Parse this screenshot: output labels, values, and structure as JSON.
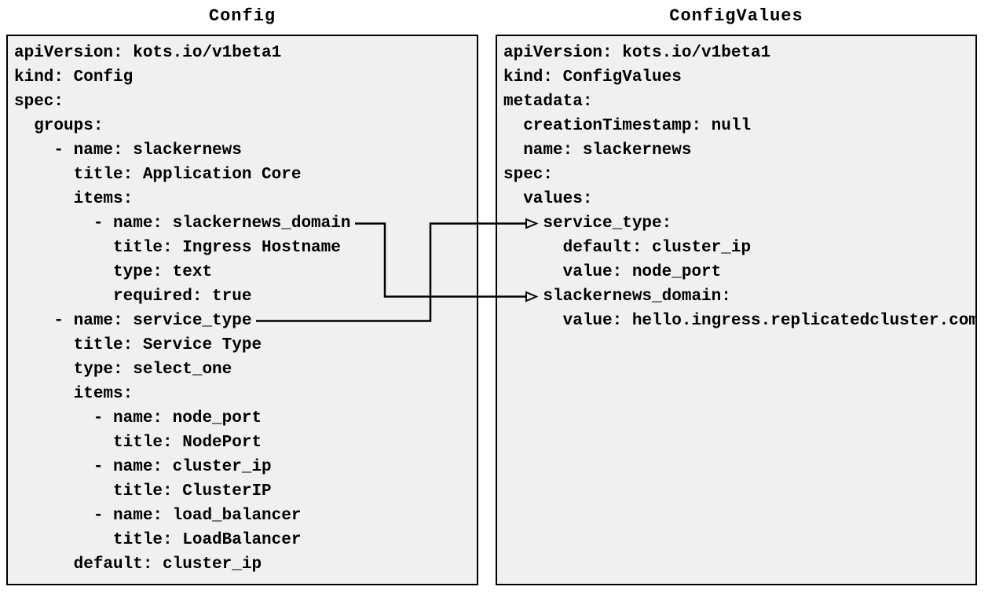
{
  "left_panel": {
    "title": "Config",
    "lines": [
      "apiVersion: kots.io/v1beta1",
      "kind: Config",
      "spec:",
      "  groups:",
      "    - name: slackernews",
      "      title: Application Core",
      "      items:",
      "        - name: slackernews_domain",
      "          title: Ingress Hostname",
      "          type: text",
      "          required: true",
      "    - name: service_type",
      "      title: Service Type",
      "      type: select_one",
      "      items:",
      "        - name: node_port",
      "          title: NodePort",
      "        - name: cluster_ip",
      "          title: ClusterIP",
      "        - name: load_balancer",
      "          title: LoadBalancer",
      "      default: cluster_ip"
    ]
  },
  "right_panel": {
    "title": "ConfigValues",
    "lines": [
      "apiVersion: kots.io/v1beta1",
      "kind: ConfigValues",
      "metadata:",
      "  creationTimestamp: null",
      "  name: slackernews",
      "spec:",
      "  values:",
      "    service_type:",
      "      default: cluster_ip",
      "      value: node_port",
      "    slackernews_domain:",
      "      value: hello.ingress.replicatedcluster.com"
    ]
  },
  "connections": [
    {
      "from": "Config item name: slackernews_domain",
      "to": "ConfigValues values slackernews_domain:"
    },
    {
      "from": "Config item name: service_type",
      "to": "ConfigValues values service_type:"
    }
  ],
  "colors": {
    "box_background": "#f0f0f0",
    "box_border": "#000000",
    "text": "#000000",
    "arrow": "#000000",
    "page_background": "#ffffff"
  }
}
